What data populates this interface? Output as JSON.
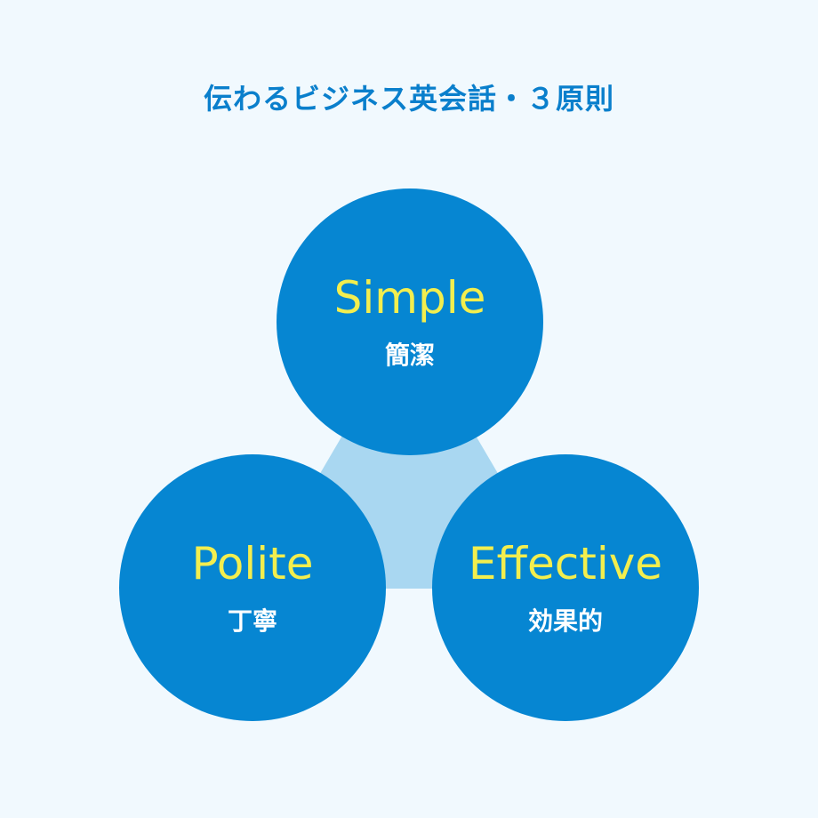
{
  "title": "伝わるビジネス英会話・３原則",
  "colors": {
    "background": "#f1f9fe",
    "title": "#0a7fcc",
    "circle": "#0686d2",
    "triangle": "#a9d7f1",
    "english_text": "#f3ee4e",
    "japanese_text": "#ffffff"
  },
  "principles": [
    {
      "en": "Simple",
      "ja": "簡潔"
    },
    {
      "en": "Polite",
      "ja": "丁寧"
    },
    {
      "en": "Effective",
      "ja": "効果的"
    }
  ]
}
